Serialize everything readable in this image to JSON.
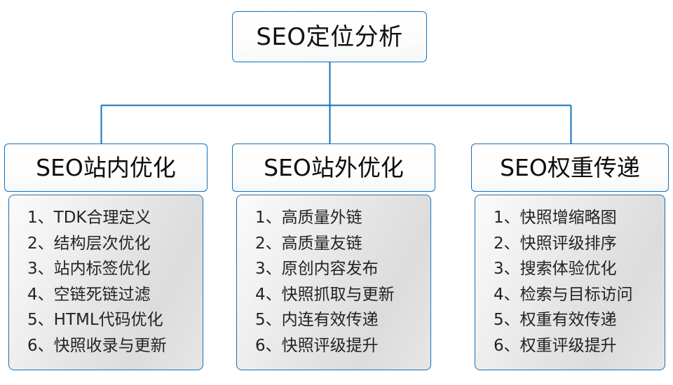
{
  "diagram": {
    "type": "org-chart",
    "root": {
      "label": "SEO定位分析"
    },
    "accent_color": "#1570b8",
    "text_color": "#232323",
    "branches": [
      {
        "id": "on-site",
        "header": "SEO站内优化",
        "items": [
          {
            "index": "1、",
            "text": "TDK合理定义"
          },
          {
            "index": "2、",
            "text": "结构层次优化"
          },
          {
            "index": "3、",
            "text": "站内标签优化"
          },
          {
            "index": "4、",
            "text": "空链死链过滤"
          },
          {
            "index": "5、",
            "text": "HTML代码优化"
          },
          {
            "index": "6、",
            "text": "快照收录与更新"
          }
        ]
      },
      {
        "id": "off-site",
        "header": "SEO站外优化",
        "items": [
          {
            "index": "1、",
            "text": "高质量外链"
          },
          {
            "index": "2、",
            "text": "高质量友链"
          },
          {
            "index": "3、",
            "text": "原创内容发布"
          },
          {
            "index": "4、",
            "text": "快照抓取与更新"
          },
          {
            "index": "5、",
            "text": "内连有效传递"
          },
          {
            "index": "6、",
            "text": "快照评级提升"
          }
        ]
      },
      {
        "id": "weight-transfer",
        "header": "SEO权重传递",
        "items": [
          {
            "index": "1、",
            "text": "快照增缩略图"
          },
          {
            "index": "2、",
            "text": "快照评级排序"
          },
          {
            "index": "3、",
            "text": "搜索体验优化"
          },
          {
            "index": "4、",
            "text": "检索与目标访问"
          },
          {
            "index": "5、",
            "text": "权重有效传递"
          },
          {
            "index": "6、",
            "text": "权重评级提升"
          }
        ]
      }
    ]
  }
}
